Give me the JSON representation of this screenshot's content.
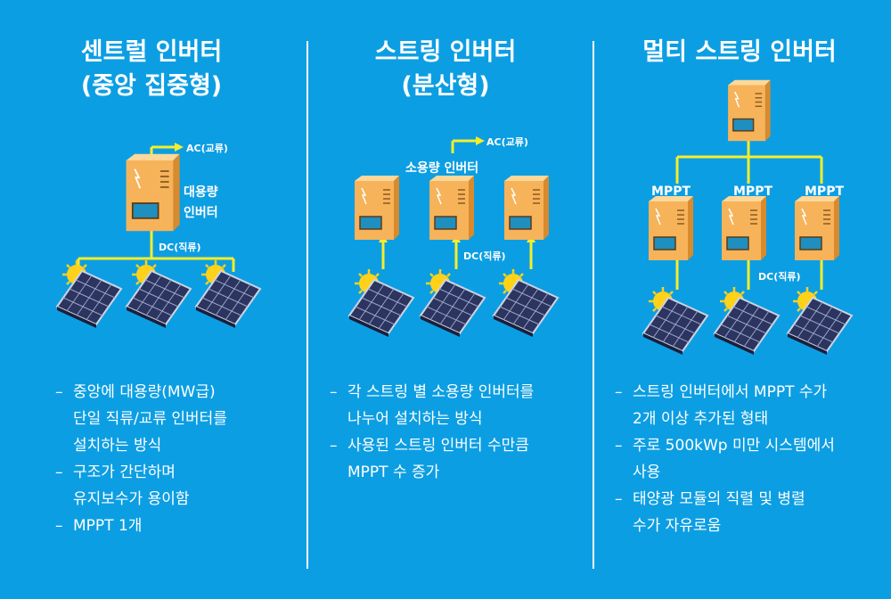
{
  "columns": [
    {
      "title_line1": "센트럴 인버터",
      "title_line2": "(중앙 집중형)",
      "labels": {
        "ac": "AC(교류)",
        "inverter_line1": "대용량",
        "inverter_line2": "인버터",
        "dc": "DC(직류)"
      },
      "bullets": [
        "중앙에 대용량(MW급)\n단일 직류/교류 인버터를\n설치하는 방식",
        "구조가 간단하며\n유지보수가 용이함",
        "MPPT 1개"
      ]
    },
    {
      "title_line1": "스트링 인버터",
      "title_line2": "(분산형)",
      "labels": {
        "ac": "AC(교류)",
        "inverter": "소용량 인버터",
        "dc": "DC(직류)"
      },
      "bullets": [
        "각 스트링 별 소용량 인버터를\n나누어 설치하는 방식",
        "사용된 스트링 인버터 수만큼\nMPPT 수 증가"
      ]
    },
    {
      "title_line1": "멀티 스트링 인버터",
      "title_line2": "",
      "labels": {
        "mppt": "MPPT",
        "dc": "DC(직류)"
      },
      "bullets": [
        "스트링 인버터에서 MPPT 수가\n2개 이상 추가된 형태",
        "주로 500kWp 미만 시스템에서\n사용",
        "태양광 모듈의 직렬 및 병렬\n수가 자유로움"
      ]
    }
  ],
  "colors": {
    "background": "#0c9ee3",
    "connector": "#f6ee2a",
    "inverter": "#f6b35a",
    "panel": "#2c3460",
    "sun": "#ffd21a"
  }
}
